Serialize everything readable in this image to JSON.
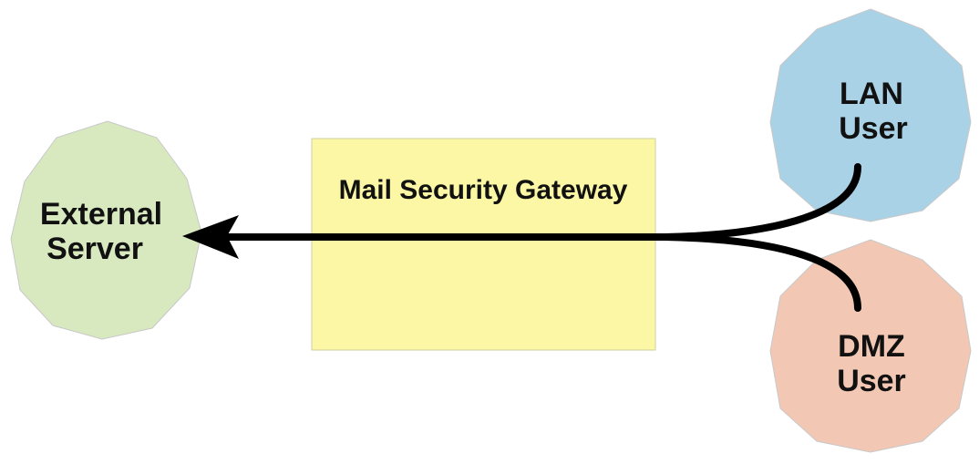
{
  "nodes": {
    "external_server": {
      "line1": "External",
      "line2": "Server",
      "color": "#d8e9bf"
    },
    "gateway": {
      "label": "Mail Security Gateway",
      "color": "#fbf7a5"
    },
    "lan_user": {
      "line1": "LAN",
      "line2": "User",
      "color": "#a9d2e6"
    },
    "dmz_user": {
      "line1": "DMZ",
      "line2": "User",
      "color": "#f2c8b4"
    }
  },
  "arrow_color": "#000000"
}
